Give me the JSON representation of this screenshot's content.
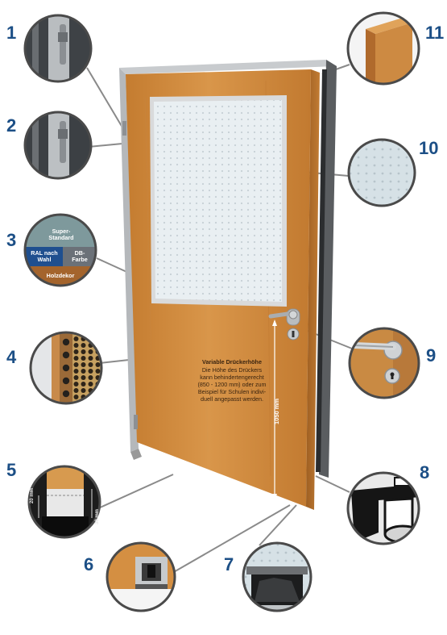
{
  "callouts": [
    "1",
    "2",
    "3",
    "4",
    "5",
    "6",
    "7",
    "8",
    "9",
    "10",
    "11"
  ],
  "finish_options": {
    "super_standard": "Super-\nStandard",
    "ral": "RAL nach\nWahl",
    "db": "DB-\nFarbe",
    "wood": "Holzdekor"
  },
  "handle_note": {
    "title": "Variable Drückerhöhe",
    "body": "Die Höhe des Drückers\nkann behindertengerecht\n(850 - 1200 mm) oder zum\nBeispiel für Schulen indivi-\nduell angepasst werden."
  },
  "handle_height": "1050 mm",
  "seal_dims": [
    "20 mm",
    "30 mm"
  ],
  "colors": {
    "callout_blue": "#1c4f86",
    "door_wood": "#cf8a3a",
    "frame_steel": "#b9bcbf",
    "ral_blue": "#1f4f8f",
    "db_grey": "#6b7178",
    "teal": "#7e999c",
    "wood_dark": "#a4642c"
  }
}
